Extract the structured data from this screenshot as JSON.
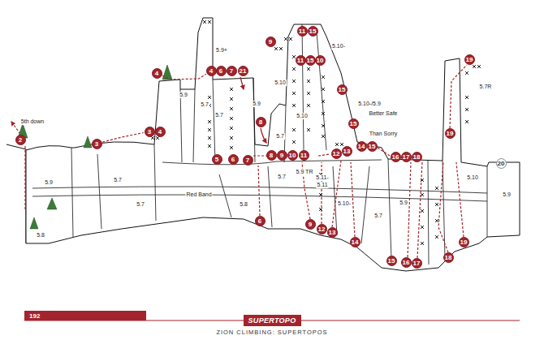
{
  "diagram": {
    "nodes": [
      {
        "text": [
          "11"
        ]
      },
      {
        "text": [
          "15"
        ]
      },
      {
        "text": [
          "9"
        ]
      },
      {
        "text": [
          "19"
        ]
      },
      {
        "text": [
          "11"
        ]
      },
      {
        "text": [
          "15"
        ]
      },
      {
        "text": [
          "10"
        ]
      },
      {
        "text": [
          "4"
        ]
      },
      {
        "text": [
          "6"
        ]
      },
      {
        "text": [
          "7"
        ]
      },
      {
        "text": [
          "21"
        ]
      },
      {
        "text": [
          "4"
        ]
      },
      {
        "text": [
          "15"
        ]
      },
      {
        "text": [
          "8"
        ]
      },
      {
        "text": [
          "15"
        ]
      },
      {
        "text": [
          "3"
        ]
      },
      {
        "text": [
          "4"
        ]
      },
      {
        "text": [
          "19"
        ]
      },
      {
        "text": [
          "2"
        ]
      },
      {
        "text": [
          "3"
        ]
      },
      {
        "text": [
          "14"
        ]
      },
      {
        "text": [
          "15"
        ]
      },
      {
        "text": [
          "13"
        ]
      },
      {
        "text": [
          "12"
        ]
      },
      {
        "text": [
          "8"
        ]
      },
      {
        "text": [
          "9"
        ]
      },
      {
        "text": [
          "10"
        ]
      },
      {
        "text": [
          "11"
        ]
      },
      {
        "text": [
          "16"
        ]
      },
      {
        "text": [
          "17"
        ]
      },
      {
        "text": [
          "18"
        ]
      },
      {
        "text": [
          "5"
        ]
      },
      {
        "text": [
          "6"
        ]
      },
      {
        "text": [
          "7"
        ]
      },
      {
        "text": [
          "20"
        ]
      },
      {
        "text": [
          "6"
        ]
      },
      {
        "text": [
          "9"
        ]
      },
      {
        "text": [
          "12"
        ]
      },
      {
        "text": [
          "13"
        ]
      },
      {
        "text": [
          "19"
        ]
      },
      {
        "text": [
          "14"
        ]
      },
      {
        "text": [
          "18"
        ]
      },
      {
        "text": [
          "15"
        ]
      },
      {
        "text": [
          "16"
        ]
      },
      {
        "text": [
          "17"
        ]
      },
      {
        "text": [
          "192"
        ]
      },
      {
        "text": [
          "SUPERTOPO"
        ]
      }
    ],
    "edges": [
      {
        "from": 11,
        "to": 7,
        "arrow": "none"
      },
      {
        "from": 19,
        "to": 15,
        "arrow": "none"
      }
    ],
    "labels": [
      "5th down",
      "5.9+",
      "5.9",
      "5.7",
      "5.7",
      "5.9",
      "5.10",
      "5.10-",
      "5.10",
      "5.10-/5.9",
      "Better Safe",
      "Than Sorry",
      "5.7",
      "5.7R",
      "5.9",
      "5.7",
      "5.7",
      "5.8",
      "Red Band",
      "5.8",
      "5.7",
      "5.9 TR",
      "5.11-",
      "5.11",
      "5.10-",
      "5.9",
      "5.7",
      "5.10",
      "5.9",
      "ZION CLIMBING: SUPERTOPOS"
    ]
  }
}
